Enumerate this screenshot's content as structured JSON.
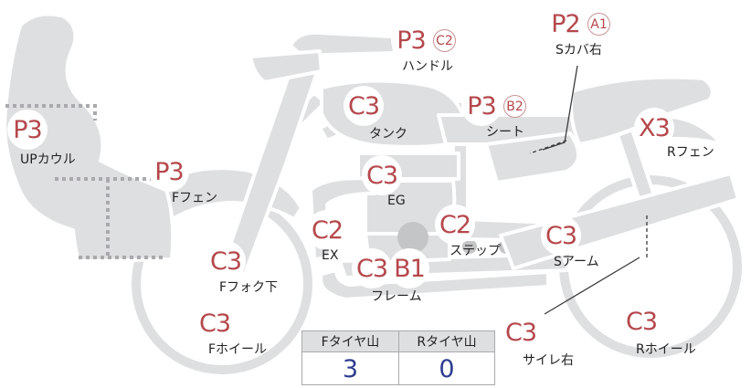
{
  "parts": {
    "up_cowl": {
      "grade": "P3",
      "name": "UPカウル"
    },
    "f_fender": {
      "grade": "P3",
      "name": "Fフェン"
    },
    "f_fork": {
      "grade": "C3",
      "name": "Fフォク下"
    },
    "f_wheel": {
      "grade": "C3",
      "name": "Fホイール"
    },
    "handle": {
      "grade": "P3",
      "sub": "C2",
      "name": "ハンドル"
    },
    "tank": {
      "grade": "C3",
      "name": "タンク"
    },
    "engine": {
      "grade": "C3",
      "name": "EG"
    },
    "exhaust": {
      "grade": "C2",
      "name": "EX"
    },
    "frame": {
      "grade": "C3",
      "sub": "B1",
      "name": "フレーム"
    },
    "step": {
      "grade": "C2",
      "name": "ステップ"
    },
    "seat": {
      "grade": "P3",
      "sub": "B2",
      "name": "シート"
    },
    "side_cover": {
      "grade": "P2",
      "sub": "A1",
      "name": "Sカバ右"
    },
    "r_fender": {
      "grade": "X3",
      "name": "Rフェン"
    },
    "swing_arm": {
      "grade": "C3",
      "name": "Sアーム"
    },
    "silencer": {
      "grade": "C3",
      "name": "サイレ右"
    },
    "r_wheel": {
      "grade": "C3",
      "name": "Rホイール"
    }
  },
  "tread_table": {
    "front_header": "Fタイヤ山",
    "rear_header": "Rタイヤ山",
    "front_value": "3",
    "rear_value": "0"
  },
  "colors": {
    "part_fill": "#dedfe0",
    "grade_text": "#b5484c",
    "value_text": "#2f3d8f"
  }
}
